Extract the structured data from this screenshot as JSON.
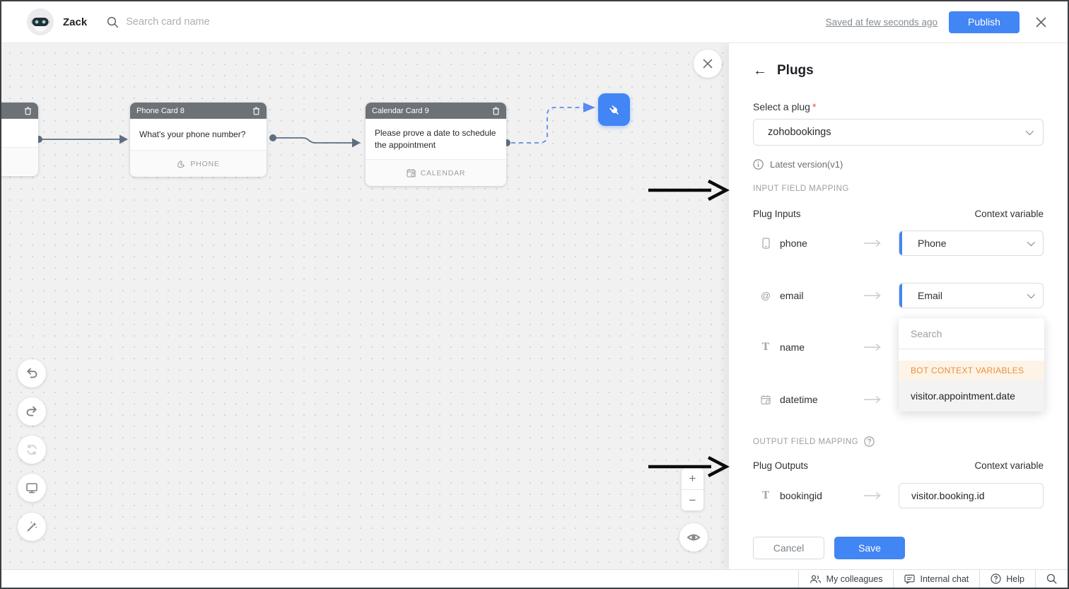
{
  "header": {
    "bot_name": "Zack",
    "search_placeholder": "Search card name",
    "saved_status": "Saved at few seconds ago",
    "publish_label": "Publish"
  },
  "canvas": {
    "cards": [
      {
        "title": "Phone Card 8",
        "body": "What's your phone number?",
        "footer": "PHONE"
      },
      {
        "title": "Calendar Card 9",
        "body": "Please prove a date to schedule the appointment",
        "footer": "CALENDAR"
      }
    ],
    "zoom_in": "+",
    "zoom_out": "−"
  },
  "panel": {
    "back_glyph": "←",
    "title": "Plugs",
    "plug_label": "Select a plug",
    "required_mark": "*",
    "plug_value": "zohobookings",
    "version_note": "Latest version(v1)",
    "input": {
      "section": "INPUT FIELD MAPPING",
      "left_col": "Plug Inputs",
      "right_col": "Context variable",
      "rows": [
        {
          "name": "phone",
          "value": "Phone"
        },
        {
          "name": "email",
          "value": "Email"
        },
        {
          "name": "name",
          "value": ""
        },
        {
          "name": "datetime",
          "value": ""
        }
      ],
      "dropdown": {
        "search_placeholder": "Search",
        "group": "BOT CONTEXT VARIABLES",
        "option": "visitor.appointment.date"
      }
    },
    "output": {
      "section": "OUTPUT FIELD MAPPING",
      "left_col": "Plug Outputs",
      "right_col": "Context variable",
      "rows": [
        {
          "name": "bookingid",
          "value": "visitor.booking.id"
        }
      ]
    },
    "cancel_label": "Cancel",
    "save_label": "Save"
  },
  "icons": {
    "email_glyph": "@",
    "text_glyph": "T"
  },
  "statusbar": {
    "colleagues": "My colleagues",
    "internal_chat": "Internal chat",
    "help": "Help"
  },
  "colors": {
    "accent_blue": "#4285f4",
    "card_header_gray": "#6d7277",
    "connector_slate": "#5d6e80",
    "bot_context_orange": "#e8913f",
    "required_red": "#f0483e"
  }
}
